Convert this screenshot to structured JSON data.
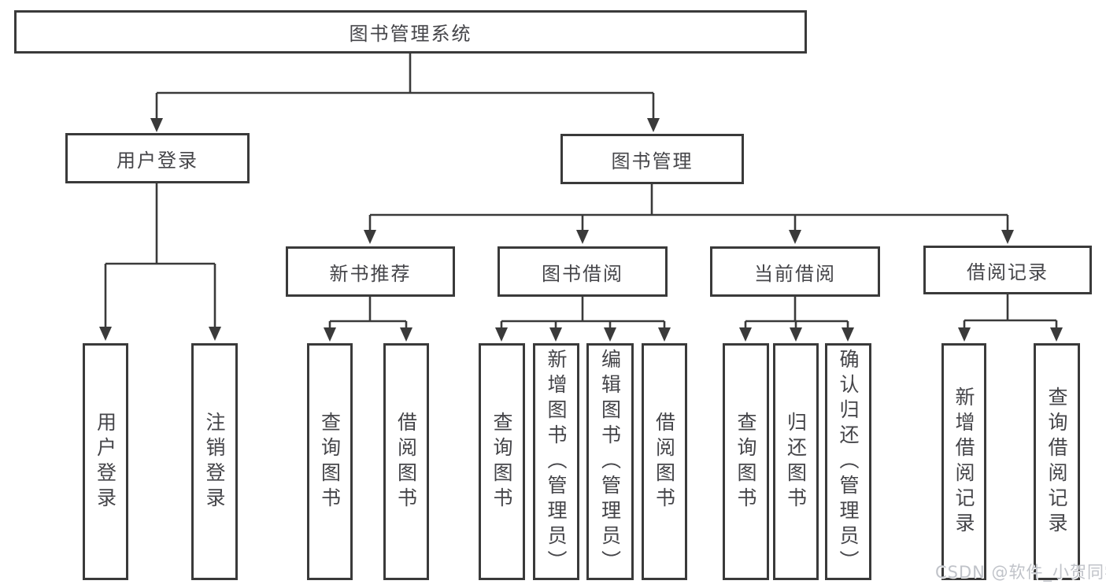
{
  "diagram_title": "图书管理系统",
  "nodes": {
    "root": "图书管理系统",
    "user_login": "用户登录",
    "book_mgmt": "图书管理",
    "new_books": "新书推荐",
    "book_borrow": "图书借阅",
    "current_borrow": "当前借阅",
    "borrow_records": "借阅记录"
  },
  "leaves": {
    "user_login": [
      "用户登录",
      "注销登录"
    ],
    "new_books": [
      "查询图书",
      "借阅图书"
    ],
    "book_borrow": [
      "查询图书",
      "新增图书（管理员）",
      "编辑图书（管理员）",
      "借阅图书"
    ],
    "current_borrow": [
      "查询图书",
      "归还图书",
      "确认归还（管理员）"
    ],
    "borrow_records": [
      "新增借阅记录",
      "查询借阅记录"
    ]
  },
  "watermark": "CSDN @软件_小贺同学",
  "colors": {
    "line": "#3a3a3a",
    "text": "#454549",
    "watermark": "#c0c3c9",
    "background": "#ffffff"
  }
}
